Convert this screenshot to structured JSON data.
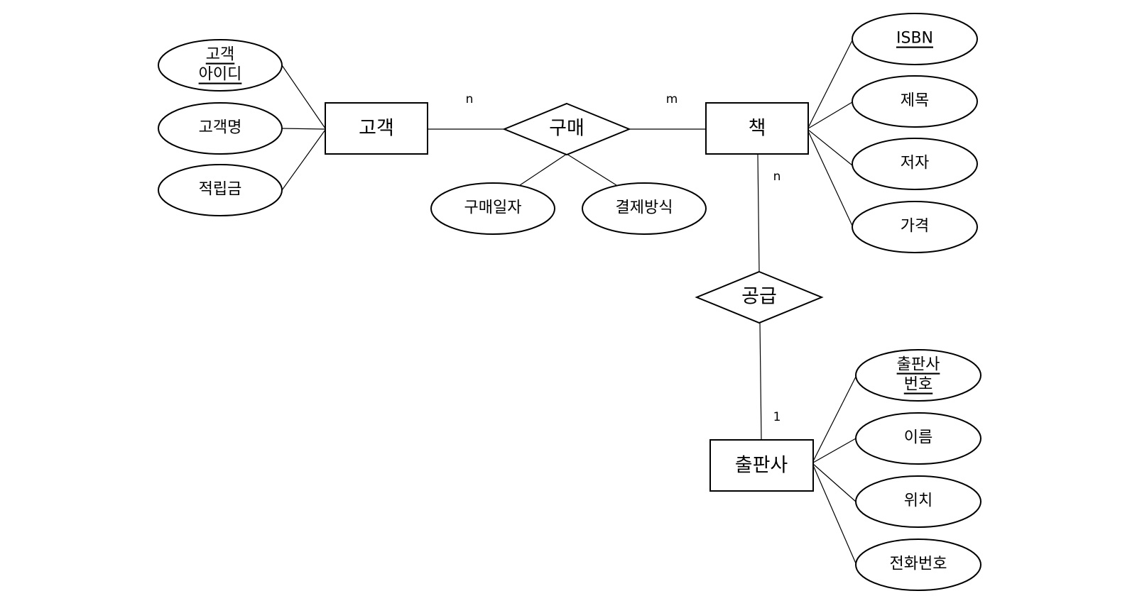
{
  "entities": {
    "customer": "고객",
    "book": "책",
    "publisher": "출판사"
  },
  "relationships": {
    "purchase": "구매",
    "supply": "공급"
  },
  "attributes": {
    "customer_id": [
      "고객",
      "아이디"
    ],
    "customer_name": "고객명",
    "points": "적립금",
    "purchase_date": "구매일자",
    "payment_method": "결제방식",
    "isbn": "ISBN",
    "title": "제목",
    "author": "저자",
    "price": "가격",
    "publisher_no": [
      "출판사",
      "번호"
    ],
    "publisher_name": "이름",
    "location": "위치",
    "phone": "전화번호"
  },
  "cardinalities": {
    "customer_purchase": "n",
    "book_purchase": "m",
    "book_supply": "n",
    "publisher_supply": "1"
  }
}
